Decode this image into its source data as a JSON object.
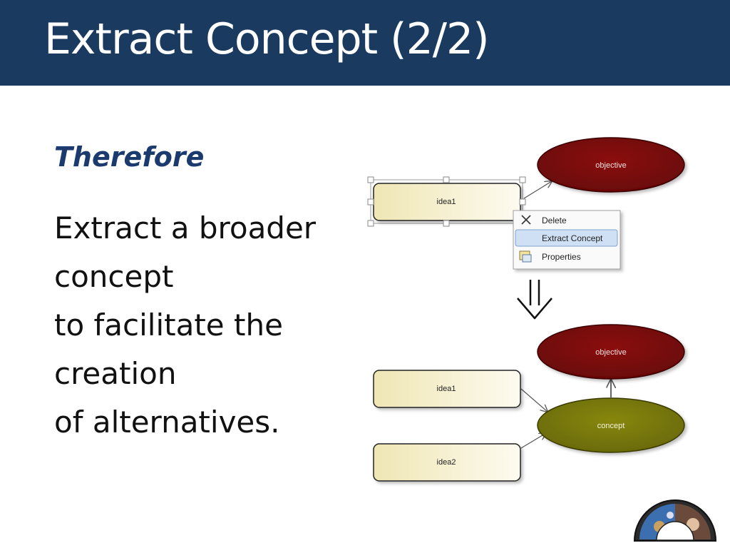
{
  "slide": {
    "title": "Extract Concept (2/2)",
    "subheading": "Therefore",
    "body_lines": [
      "Extract a broader",
      "concept",
      "to facilitate the",
      "creation",
      "of alternatives."
    ]
  },
  "diagram_before": {
    "idea_label": "idea1",
    "objective_label": "objective",
    "context_menu": {
      "items": [
        {
          "label": "Delete",
          "icon": "close-icon",
          "highlighted": false
        },
        {
          "label": "Extract Concept",
          "icon": null,
          "highlighted": true
        },
        {
          "label": "Properties",
          "icon": "properties-icon",
          "highlighted": false
        }
      ]
    }
  },
  "transition_icon": "double-down-arrow-icon",
  "diagram_after": {
    "objective_label": "objective",
    "concept_label": "concept",
    "idea1_label": "idea1",
    "idea2_label": "idea2"
  },
  "colors": {
    "title_bar": "#1b3a5f",
    "subheading": "#1b3a6e",
    "objective_fill": "#7a0a0a",
    "concept_fill": "#7a7a0a",
    "menu_highlight": "#cfe0f5"
  },
  "logo": "conference-logo"
}
